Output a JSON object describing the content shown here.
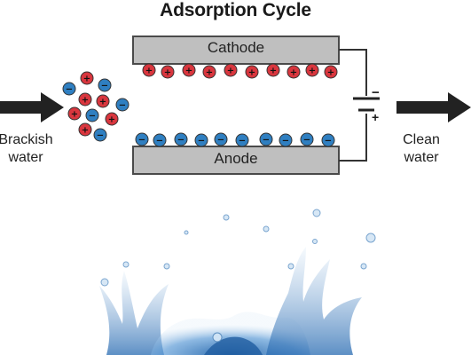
{
  "title": "Adsorption Cycle",
  "cathode_label": "Cathode",
  "anode_label": "Anode",
  "inlet_label_line1": "Brackish",
  "inlet_label_line2": "water",
  "outlet_label_line1": "Clean",
  "outlet_label_line2": "water",
  "battery_negative": "−",
  "battery_positive": "+",
  "ion_positive_sign": "+",
  "ion_negative_sign": "−",
  "colors": {
    "positive_ion": "#d9363e",
    "negative_ion": "#2f7fc1",
    "plate_fill": "#bfbfbf",
    "plate_stroke": "#4a4a4a",
    "arrow": "#222222",
    "water": "#3a78b8"
  },
  "icons": [
    "right-arrow-icon",
    "battery-icon",
    "water-splash-image"
  ]
}
